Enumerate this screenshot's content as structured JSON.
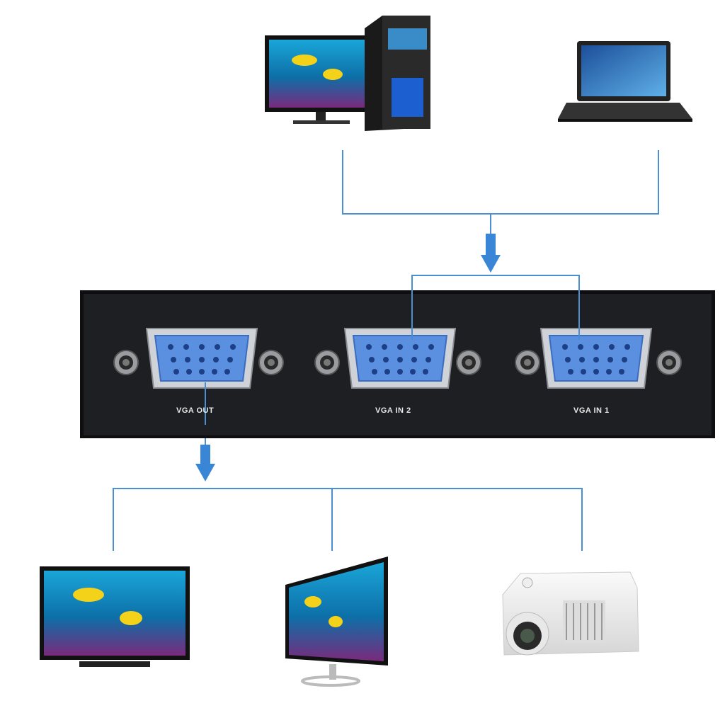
{
  "switch": {
    "ports": [
      {
        "label": "VGA OUT"
      },
      {
        "label": "VGA IN 2"
      },
      {
        "label": "VGA IN 1"
      }
    ]
  },
  "colors": {
    "line": "#4a8fd4",
    "port": "#5b8fe0",
    "device": "#1e1f22"
  }
}
